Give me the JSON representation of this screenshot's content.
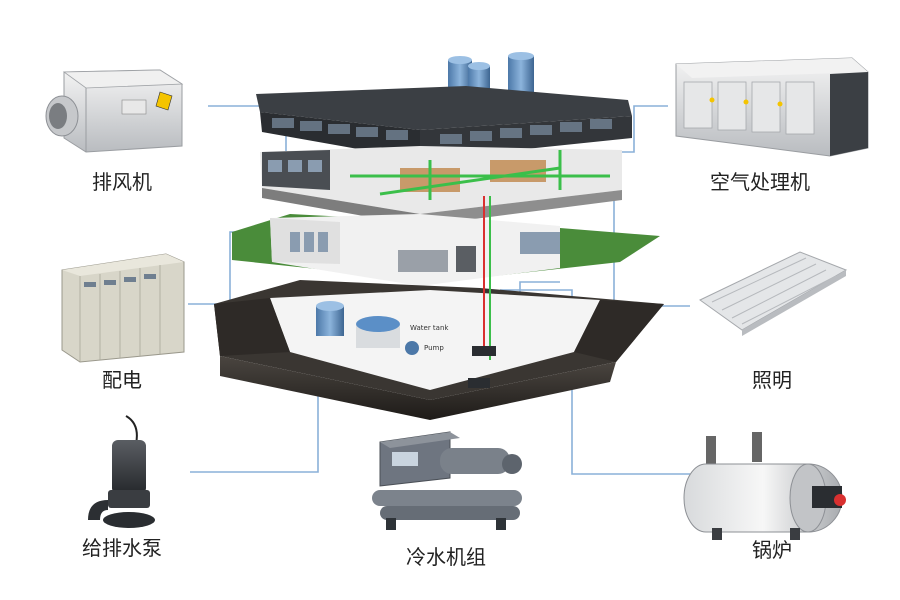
{
  "equipment": {
    "exhaust_fan": "排风机",
    "power_distribution": "配电",
    "water_pump": "给排水泵",
    "chiller": "冷水机组",
    "air_handler": "空气处理机",
    "lighting": "照明",
    "boiler": "锅炉"
  },
  "building": {
    "water_tank_label": "Water tank",
    "pump_label": "Pump"
  },
  "colors": {
    "connector": "#8ab0d8",
    "roof": "#3b3f44",
    "floor": "#f1f1f1",
    "soil": "#3a3632",
    "grass": "#4a8c3a",
    "pipe_green": "#3bbf4a",
    "pipe_red": "#d93030"
  },
  "icons": [
    "exhaust-fan-icon",
    "air-handler-icon",
    "switchgear-icon",
    "lighting-fixture-icon",
    "submersible-pump-icon",
    "chiller-unit-icon",
    "boiler-icon",
    "water-tank-icon"
  ]
}
